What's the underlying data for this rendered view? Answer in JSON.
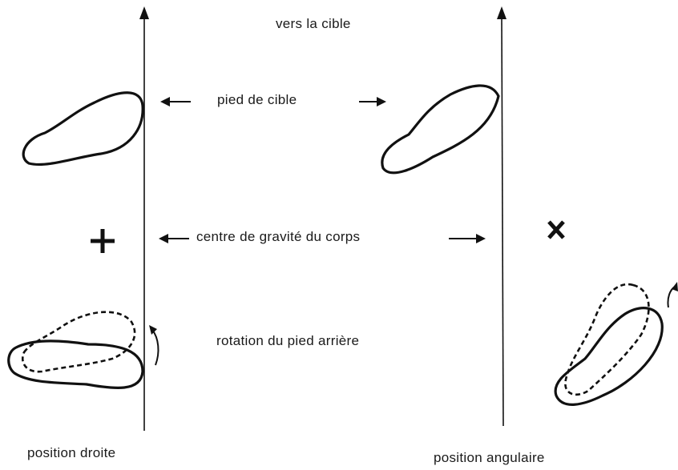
{
  "labels": {
    "toward_target": "vers la cible",
    "target_foot": "pied de cible",
    "center_of_gravity": "centre de gravité du corps",
    "rear_foot_rotation": "rotation du pied arrière",
    "straight_position": "position droite",
    "angular_position": "position angulaire"
  },
  "markers": {
    "left_center": "+",
    "right_center": "×"
  }
}
